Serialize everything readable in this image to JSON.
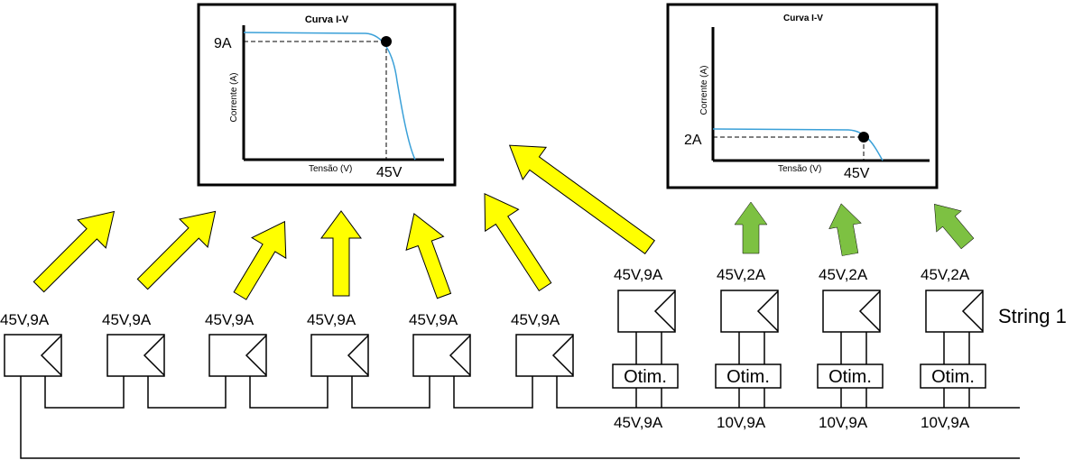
{
  "colors": {
    "yellow_arrow": "#ffff00",
    "green_arrow": "#7dc142",
    "curve": "#3aa0d8",
    "line": "#000000"
  },
  "icons": {
    "panel": "solar-panel-icon",
    "optimizer": "optimizer-box-icon",
    "arrow_up": "arrow-up-icon"
  },
  "chart_left": {
    "title": "Curva I-V",
    "ylabel": "Corrente (A)",
    "xlabel": "Tensão (V)",
    "point_current_label": "9A",
    "point_voltage_label": "45V"
  },
  "chart_right": {
    "title": "Curva I-V",
    "ylabel": "Corrente (A)",
    "xlabel": "Tensão (V)",
    "point_current_label": "2A",
    "point_voltage_label": "45V"
  },
  "string_label": "String 1",
  "panels_plain": [
    {
      "label": "45V,9A"
    },
    {
      "label": "45V,9A"
    },
    {
      "label": "45V,9A"
    },
    {
      "label": "45V,9A"
    },
    {
      "label": "45V,9A"
    },
    {
      "label": "45V,9A"
    }
  ],
  "panels_optimized": [
    {
      "top_label": "45V,9A",
      "box_label": "Otim.",
      "bottom_label": "45V,9A"
    },
    {
      "top_label": "45V,2A",
      "box_label": "Otim.",
      "bottom_label": "10V,9A"
    },
    {
      "top_label": "45V,2A",
      "box_label": "Otim.",
      "bottom_label": "10V,9A"
    },
    {
      "top_label": "45V,2A",
      "box_label": "Otim.",
      "bottom_label": "10V,9A"
    }
  ]
}
